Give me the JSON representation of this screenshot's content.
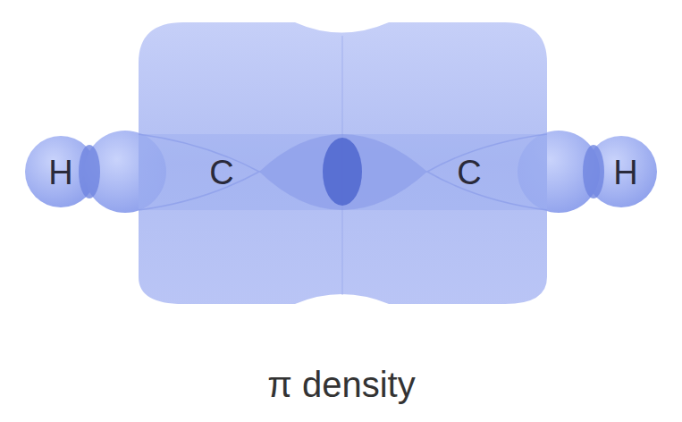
{
  "diagram": {
    "caption": "π density",
    "labels": [
      "H",
      "C",
      "C",
      "H"
    ]
  }
}
